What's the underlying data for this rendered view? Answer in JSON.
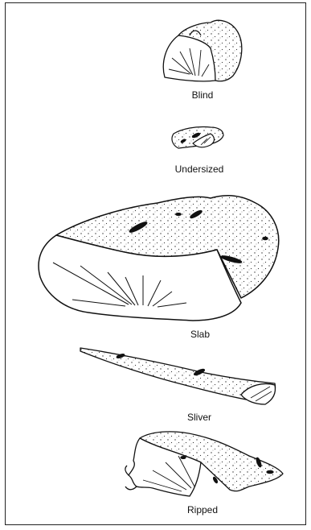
{
  "figure": {
    "labels": {
      "blind": "Blind",
      "undersized": "Undersized",
      "slab": "Slab",
      "sliver": "Sliver",
      "ripped": "Ripped"
    }
  }
}
